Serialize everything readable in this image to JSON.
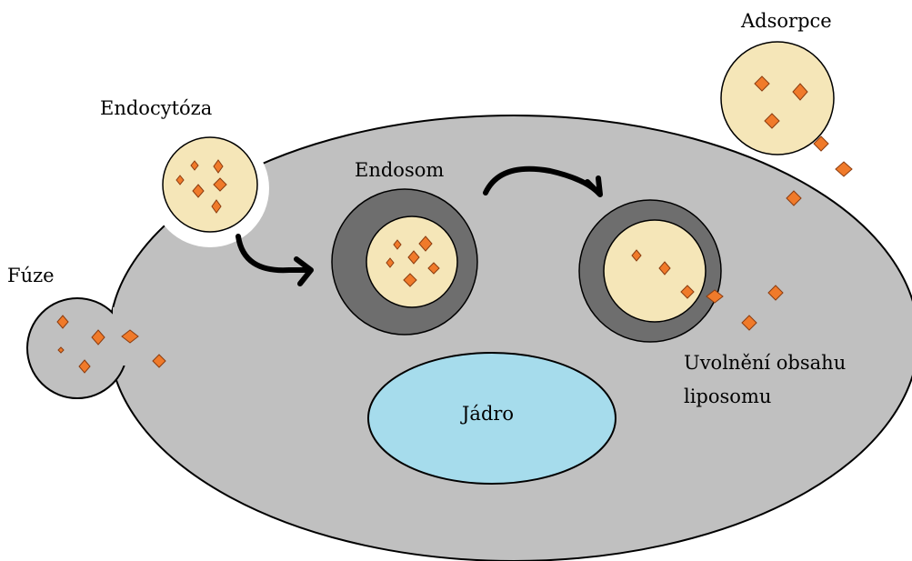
{
  "labels": {
    "adsorption": "Adsorpce",
    "endocytosis": "Endocytóza",
    "fusion": "Fúze",
    "endosome": "Endosom",
    "nucleus": "Jádro",
    "release_line1": "Uvolnění obsahu",
    "release_line2": "liposomu"
  },
  "colors": {
    "cell": "#c0c0c0",
    "cell_outline": "#000000",
    "liposome": "#f5e6b8",
    "endosome_ring": "#6e6e6e",
    "nucleus": "#a6dcec",
    "cargo": "#f07a2a",
    "arrow": "#000000"
  },
  "icons": {
    "arrow_to_endosome": "curved-arrow-icon",
    "arrow_endosome_to_late": "curved-arrow-icon"
  }
}
